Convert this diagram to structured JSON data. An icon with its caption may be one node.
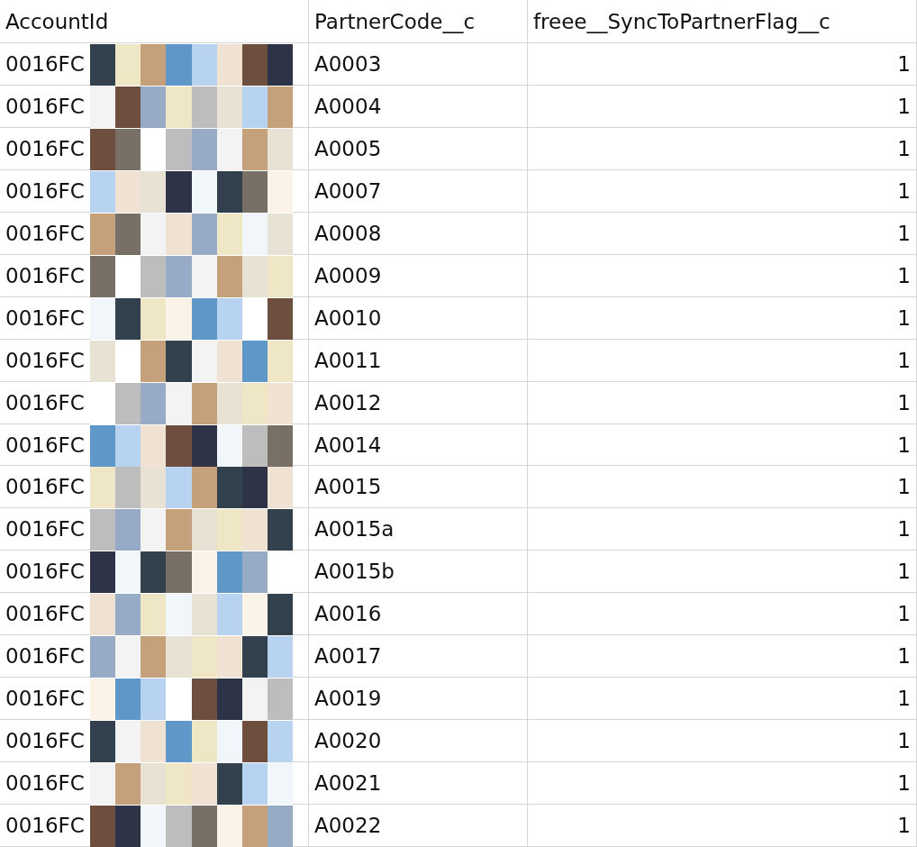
{
  "diagram": {
    "labels": [
      "AccountId",
      "PartnerCode__c",
      "freee__SyncToPartnerFlag__c",
      "0016FC",
      "A0003",
      "1",
      "0016FC",
      "A0004",
      "1",
      "0016FC",
      "A0005",
      "1",
      "0016FC",
      "A0007",
      "1",
      "0016FC",
      "A0008",
      "1",
      "0016FC",
      "A0009",
      "1",
      "0016FC",
      "A0010",
      "1",
      "0016FC",
      "A0011",
      "1",
      "0016FC",
      "A0012",
      "1",
      "0016FC",
      "A0014",
      "1",
      "0016FC",
      "A0015",
      "1",
      "0016FC",
      "A0015a",
      "1",
      "0016FC",
      "A0015b",
      "1",
      "0016FC",
      "A0016",
      "1",
      "0016FC",
      "A0017",
      "1",
      "0016FC",
      "A0019",
      "1",
      "0016FC",
      "A0020",
      "1",
      "0016FC",
      "A0021",
      "1",
      "0016FC",
      "A0022",
      "1"
    ]
  }
}
